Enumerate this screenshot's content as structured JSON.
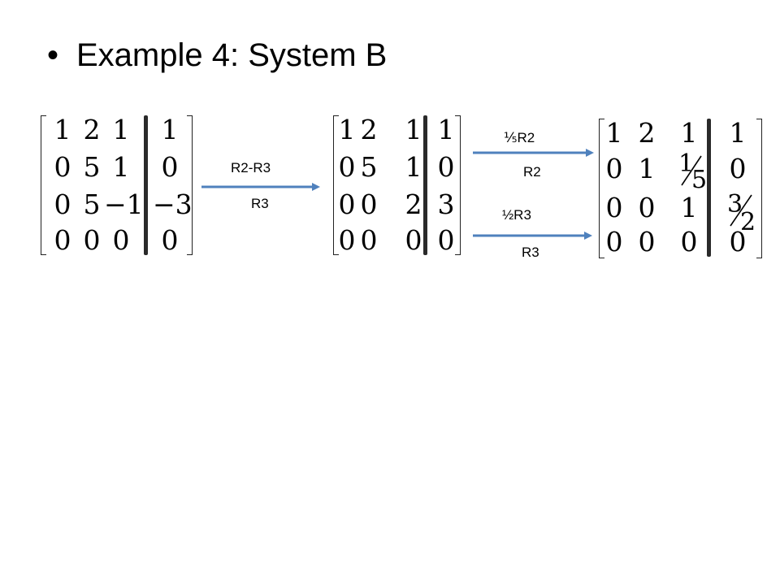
{
  "slide": {
    "bullet": "•",
    "title": "Example 4: System B"
  },
  "operations": {
    "op1_top": "R2-R3",
    "op1_bottom": "R3",
    "op2_top": "⅕R2",
    "op2_bottom": "R2",
    "op3_top": "½R3",
    "op3_bottom": "R3"
  },
  "matrices": {
    "m1": [
      [
        "1",
        "2",
        "1",
        "1"
      ],
      [
        "0",
        "5",
        "1",
        "0"
      ],
      [
        "0",
        "5",
        "−1",
        "−3"
      ],
      [
        "0",
        "0",
        "0",
        "0"
      ]
    ],
    "m2": [
      [
        "1",
        "2",
        "1",
        "1"
      ],
      [
        "0",
        "5",
        "1",
        "0"
      ],
      [
        "0",
        "0",
        "2",
        "3"
      ],
      [
        "0",
        "0",
        "0",
        "0"
      ]
    ],
    "m3": [
      [
        "1",
        "2",
        "1",
        "1"
      ],
      [
        "0",
        "1",
        "1/5",
        "0"
      ],
      [
        "0",
        "0",
        "1",
        "3/2"
      ],
      [
        "0",
        "0",
        "0",
        "0"
      ]
    ]
  },
  "m3_fracs": {
    "f1_num": "1",
    "f1_den": "5",
    "f2_num": "3",
    "f2_den": "2"
  },
  "colors": {
    "arrow": "#4f81bd",
    "text": "#000000"
  }
}
